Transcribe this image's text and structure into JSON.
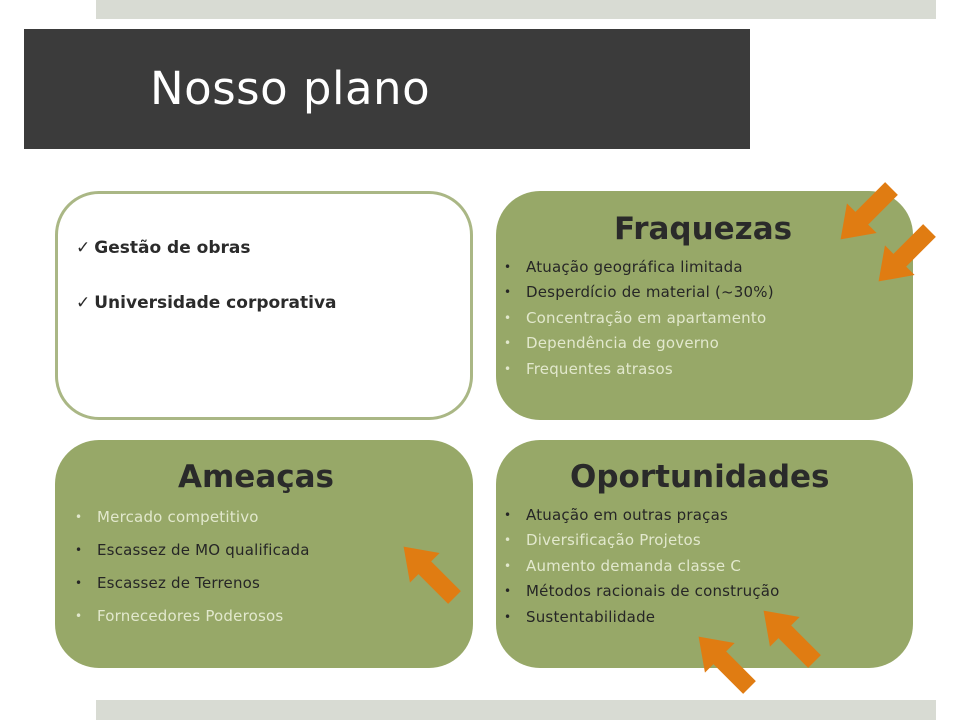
{
  "slide": {
    "title": "Nosso plano"
  },
  "strengths": {
    "items": [
      "Gestão de obras",
      "Universidade corporativa"
    ]
  },
  "weaknesses": {
    "heading": "Fraquezas",
    "items": [
      {
        "text": "Atuação geográfica limitada",
        "tone": "dark"
      },
      {
        "text": "Desperdício de material (~30%)",
        "tone": "dark"
      },
      {
        "text": "Concentração em apartamento",
        "tone": "light"
      },
      {
        "text": "Dependência de governo",
        "tone": "light"
      },
      {
        "text": "Frequentes atrasos",
        "tone": "light"
      }
    ]
  },
  "threats": {
    "heading": "Ameaças",
    "items": [
      {
        "text": "Mercado competitivo",
        "tone": "light"
      },
      {
        "text": "Escassez de MO qualificada",
        "tone": "dark"
      },
      {
        "text": "Escassez de Terrenos",
        "tone": "dark"
      },
      {
        "text": "Fornecedores Poderosos",
        "tone": "light"
      }
    ]
  },
  "opportunities": {
    "heading": "Oportunidades",
    "items": [
      {
        "text": "Atuação em outras praças",
        "tone": "dark"
      },
      {
        "text": "Diversificação Projetos",
        "tone": "light"
      },
      {
        "text": "Aumento demanda classe C",
        "tone": "light"
      },
      {
        "text": "Métodos racionais de construção",
        "tone": "dark"
      },
      {
        "text": "Sustentabilidade",
        "tone": "dark"
      }
    ]
  },
  "colors": {
    "title_band": "#3b3b3b",
    "box_green": "#97a868",
    "arrow": "#e07c12",
    "light_text": "#e2e8cd"
  }
}
